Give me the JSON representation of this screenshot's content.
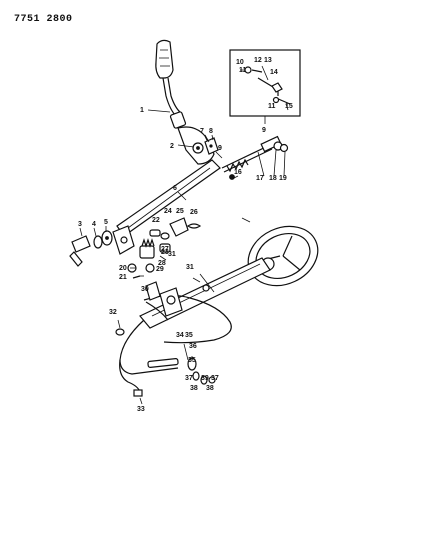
{
  "document_code": "7751 2800",
  "callouts": [
    {
      "id": "c1",
      "label": "1"
    },
    {
      "id": "c2",
      "label": "2"
    },
    {
      "id": "c3",
      "label": "3"
    },
    {
      "id": "c4",
      "label": "4"
    },
    {
      "id": "c5",
      "label": "5"
    },
    {
      "id": "c6",
      "label": "6"
    },
    {
      "id": "c7",
      "label": "7"
    },
    {
      "id": "c8",
      "label": "8"
    },
    {
      "id": "c9a",
      "label": "9"
    },
    {
      "id": "c9b",
      "label": "9"
    },
    {
      "id": "c10",
      "label": "10"
    },
    {
      "id": "c11a",
      "label": "11"
    },
    {
      "id": "c11b",
      "label": "11"
    },
    {
      "id": "c12",
      "label": "12"
    },
    {
      "id": "c13",
      "label": "13"
    },
    {
      "id": "c14",
      "label": "14"
    },
    {
      "id": "c15",
      "label": "15"
    },
    {
      "id": "c16",
      "label": "16"
    },
    {
      "id": "c17",
      "label": "17"
    },
    {
      "id": "c18",
      "label": "18"
    },
    {
      "id": "c19",
      "label": "19"
    },
    {
      "id": "c20",
      "label": "20"
    },
    {
      "id": "c21",
      "label": "21"
    },
    {
      "id": "c22",
      "label": "22"
    },
    {
      "id": "c23",
      "label": "23"
    },
    {
      "id": "c24",
      "label": "24"
    },
    {
      "id": "c25",
      "label": "25"
    },
    {
      "id": "c26",
      "label": "26"
    },
    {
      "id": "c27",
      "label": "27"
    },
    {
      "id": "c28",
      "label": "28"
    },
    {
      "id": "c29",
      "label": "29"
    },
    {
      "id": "c30",
      "label": "30"
    },
    {
      "id": "c31a",
      "label": "31"
    },
    {
      "id": "c31b",
      "label": "31"
    },
    {
      "id": "c32",
      "label": "32"
    },
    {
      "id": "c33",
      "label": "33"
    },
    {
      "id": "c34",
      "label": "34"
    },
    {
      "id": "c35a",
      "label": "35"
    },
    {
      "id": "c35b",
      "label": "35"
    },
    {
      "id": "c36",
      "label": "36"
    },
    {
      "id": "c37a",
      "label": "37"
    },
    {
      "id": "c37b",
      "label": "37"
    },
    {
      "id": "c38a",
      "label": "38"
    },
    {
      "id": "c38b",
      "label": "38"
    },
    {
      "id": "c39",
      "label": "39"
    }
  ]
}
